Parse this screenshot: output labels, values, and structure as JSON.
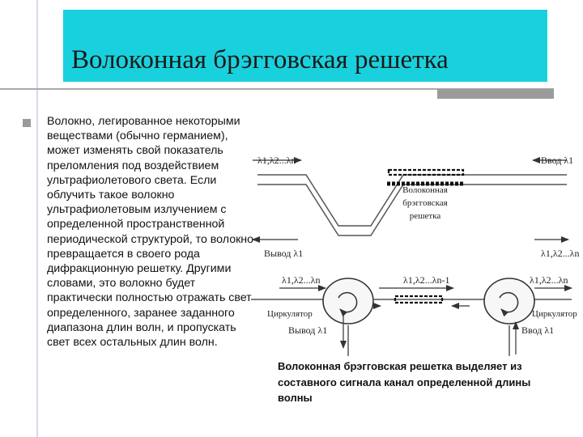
{
  "title": "Волоконная брэгговская решетка",
  "body_text": "Волокно, легированное некоторыми веществами (обычно германием), может изменять свой показатель преломления под воздействием ультрафиолетового света. Если облучить такое волокно ультрафиолетовым излучением с определенной пространственной периодической структурой, то волокно превращается в своего рода дифракционную решетку. Другими словами, это волокно будет практически полностью отражать свет определенного, заранее заданного диапазона длин волн, и пропускать свет всех остальных длин волн.",
  "caption": "Волоконная брэгговская решетка выделяет из составного сигнала канал определенной длины волны",
  "top_diagram": {
    "input_left": "λ1,λ2...λn",
    "input_right": "Ввод λ1",
    "grating_label": "Волоконная брэгговская решетка",
    "output_left": "Вывод λ1",
    "output_right": "λ1,λ2...λn"
  },
  "bottom_diagram": {
    "left_wavelengths": "λ1,λ2...λn",
    "middle_wavelengths": "λ1,λ2...λn-1",
    "right_wavelengths": "λ1,λ2...λn",
    "left_circulator": "Циркулятор",
    "right_circulator": "Циркулятор",
    "left_output": "Вывод λ1",
    "right_input": "Ввод λ1"
  }
}
